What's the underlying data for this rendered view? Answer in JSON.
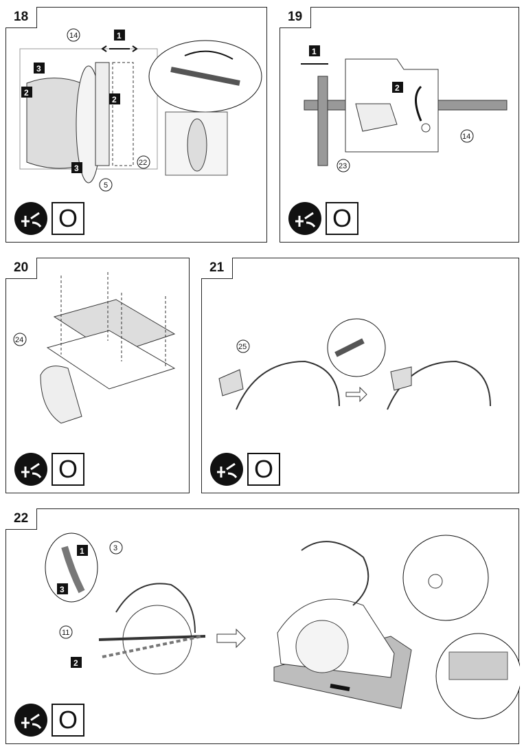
{
  "figures": [
    {
      "number": "18",
      "callouts": [
        "14",
        "22",
        "5"
      ],
      "steps": [
        "1",
        "2",
        "3"
      ],
      "symbol": "O"
    },
    {
      "number": "19",
      "callouts": [
        "14",
        "23"
      ],
      "steps": [
        "1",
        "2"
      ],
      "symbol": "O"
    },
    {
      "number": "20",
      "callouts": [
        "24"
      ],
      "symbol": "O"
    },
    {
      "number": "21",
      "callouts": [
        "25"
      ],
      "symbol": "O"
    },
    {
      "number": "22",
      "callouts": [
        "3",
        "11"
      ],
      "steps": [
        "1",
        "2",
        "3"
      ],
      "symbol": "O"
    }
  ],
  "icon_names": {
    "unplug": "unplug-icon",
    "symbol": "o-symbol-icon"
  }
}
